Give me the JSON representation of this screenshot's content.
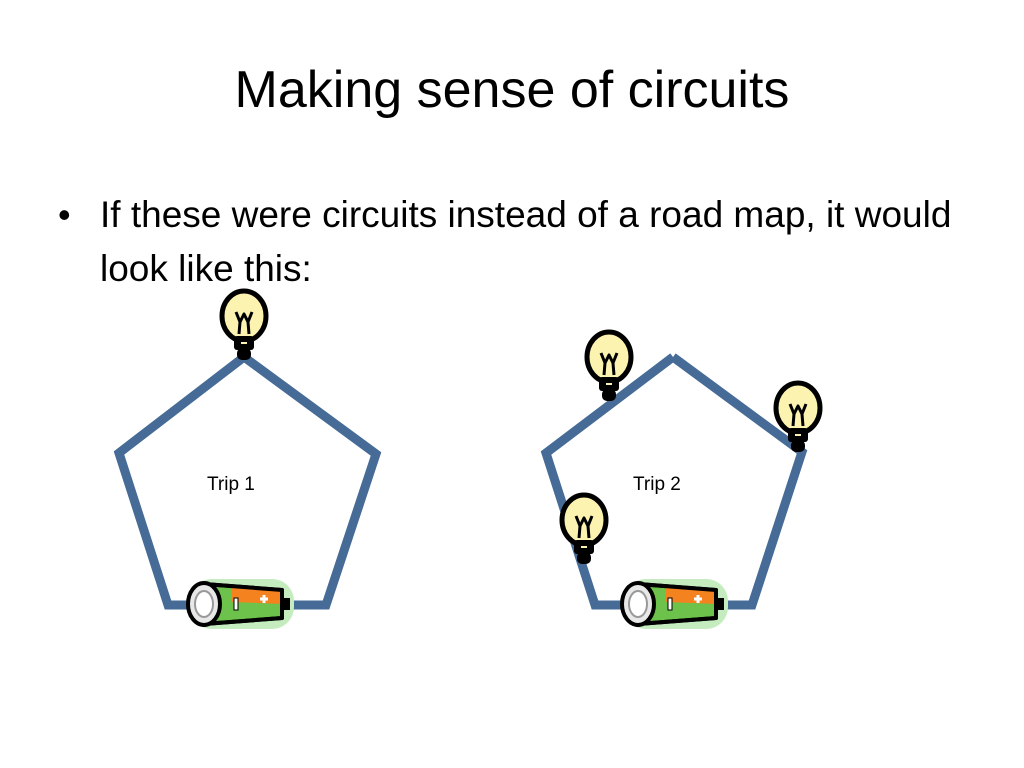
{
  "slide": {
    "title": "Making sense of circuits",
    "bullets": [
      {
        "marker": "•",
        "text": "If these were circuits instead of a road map, it would look like this:"
      }
    ]
  },
  "circuits": [
    {
      "label": "Trip 1",
      "bulb_count": 1
    },
    {
      "label": "Trip 2",
      "bulb_count": 3
    }
  ],
  "colors": {
    "wire": "#466b96",
    "bulb_glass": "#fdf3b0",
    "battery_orange": "#f4831f",
    "battery_green": "#6cc24a",
    "battery_glow": "#b8e6b0"
  },
  "icons": [
    "lightbulb-icon",
    "battery-icon"
  ]
}
